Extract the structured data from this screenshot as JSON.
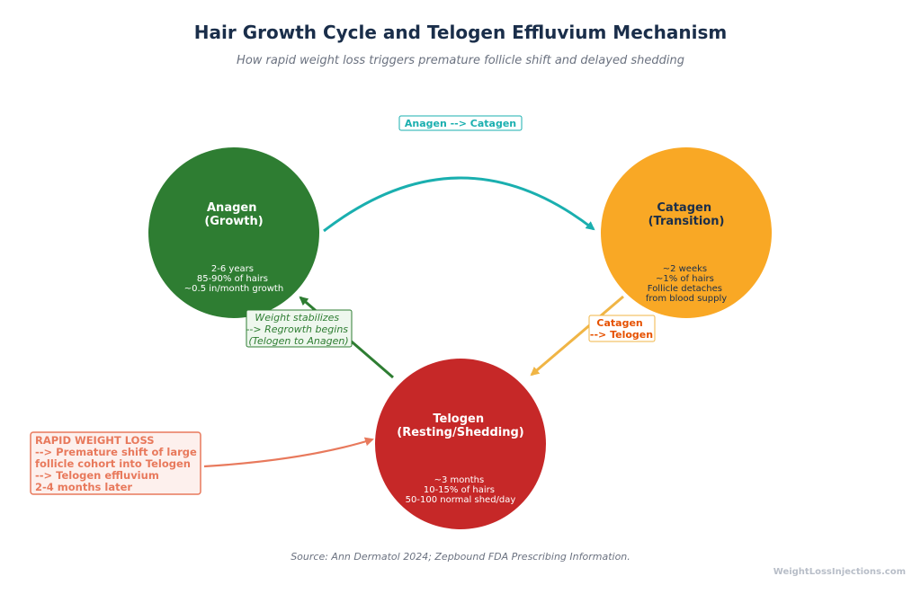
{
  "header": {
    "title": "Hair Growth Cycle and Telogen Effluvium Mechanism",
    "subtitle": "How rapid weight loss triggers premature follicle shift and delayed shedding"
  },
  "phases": {
    "anagen": {
      "title_lines": [
        "Anagen",
        "(Growth)"
      ],
      "detail_lines": [
        "2-6 years",
        "85-90% of hairs",
        "~0.5 in/month growth"
      ],
      "fill": "#2e7d32",
      "text_color": "#ffffff"
    },
    "catagen": {
      "title_lines": [
        "Catagen",
        "(Transition)"
      ],
      "detail_lines": [
        "~2 weeks",
        "~1% of hairs",
        "Follicle detaches",
        "from blood supply"
      ],
      "fill": "#f9a825",
      "text_color": "#1a2e4a"
    },
    "telogen": {
      "title_lines": [
        "Telogen",
        "(Resting/Shedding)"
      ],
      "detail_lines": [
        "~3 months",
        "10-15% of hairs",
        "50-100 normal shed/day"
      ],
      "fill": "#c62828",
      "text_color": "#ffffff"
    }
  },
  "transitions": {
    "anagen_to_catagen": {
      "lines": [
        "Anagen --> Catagen"
      ],
      "color": "#1aafaf"
    },
    "catagen_to_telogen": {
      "lines": [
        "Catagen",
        "--> Telogen"
      ],
      "color": "#e65100",
      "arrow_color": "#f0b545"
    },
    "telogen_to_anagen": {
      "lines": [
        "Weight stabilizes",
        "--> Regrowth begins",
        "(Telogen to Anagen)"
      ],
      "color": "#2e7d32"
    }
  },
  "trigger": {
    "lines": [
      "RAPID WEIGHT LOSS",
      "--> Premature shift of large",
      "follicle cohort into Telogen",
      "--> Telogen effluvium",
      "2-4 months later"
    ],
    "color": "#e8795c"
  },
  "footer": {
    "source": "Source: Ann Dermatol 2024; Zepbound FDA Prescribing Information.",
    "watermark": "WeightLossInjections.com"
  }
}
